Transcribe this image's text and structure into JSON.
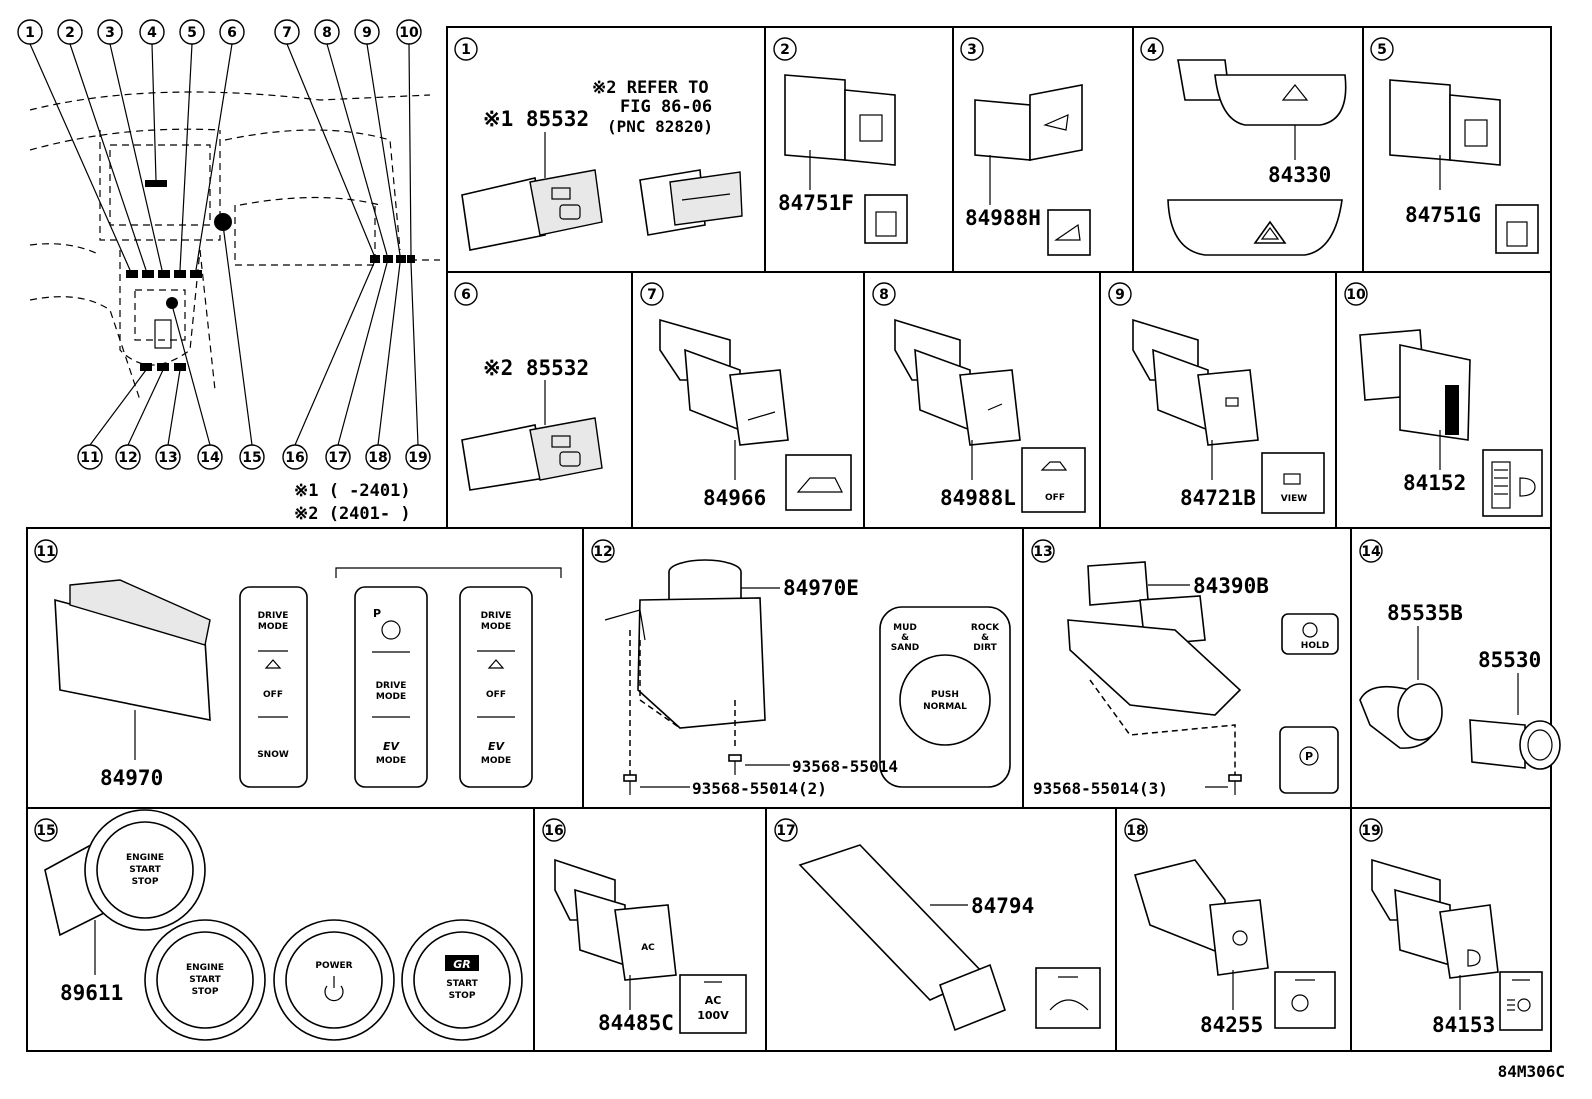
{
  "callouts": [
    "1",
    "2",
    "3",
    "4",
    "5",
    "6",
    "7",
    "8",
    "9",
    "10",
    "11",
    "12",
    "13",
    "14",
    "15",
    "16",
    "17",
    "18",
    "19"
  ],
  "notes": {
    "n1": "※1 (     -2401)",
    "n2": "※2 (2401-      )"
  },
  "panel1": {
    "num": "1",
    "part_a": "※1 85532",
    "ref_line1": "※2 REFER TO",
    "ref_line2": "FIG 86-06",
    "ref_line3": "(PNC 82820)"
  },
  "panel2": {
    "num": "2",
    "part": "84751F"
  },
  "panel3": {
    "num": "3",
    "part": "84988H"
  },
  "panel4": {
    "num": "4",
    "part": "84330"
  },
  "panel5": {
    "num": "5",
    "part": "84751G"
  },
  "panel6": {
    "num": "6",
    "part": "※2 85532"
  },
  "panel7": {
    "num": "7",
    "part": "84966"
  },
  "panel8": {
    "num": "8",
    "part": "84988L",
    "label": "OFF"
  },
  "panel9": {
    "num": "9",
    "part": "84721B",
    "label": "VIEW"
  },
  "panel10": {
    "num": "10",
    "part": "84152"
  },
  "panel11": {
    "num": "11",
    "part": "84970",
    "card1": {
      "top": "DRIVE",
      "top2": "MODE",
      "mid": "OFF",
      "bottom": "SNOW"
    },
    "card2": {
      "top": "P",
      "mid": "DRIVE",
      "mid2": "MODE",
      "ev": "EV",
      "bottom": "MODE"
    },
    "card3": {
      "top": "DRIVE",
      "top2": "MODE",
      "mid": "OFF",
      "ev": "EV",
      "bottom": "MODE"
    }
  },
  "panel12": {
    "num": "12",
    "part": "84970E",
    "screw1": "93568-55014",
    "screw2": "93568-55014(2)",
    "knob": {
      "l1": "MUD",
      "l2": "&",
      "l3": "SAND",
      "r1": "ROCK",
      "r2": "&",
      "r3": "DIRT",
      "c1": "PUSH",
      "c2": "NORMAL"
    }
  },
  "panel13": {
    "num": "13",
    "part": "84390B",
    "screw": "93568-55014(3)",
    "hold": "HOLD"
  },
  "panel14": {
    "num": "14",
    "part_a": "85535B",
    "part_b": "85530"
  },
  "panel15": {
    "num": "15",
    "part": "89611",
    "btn1": {
      "l1": "ENGINE",
      "l2": "START",
      "l3": "STOP"
    },
    "btn2": {
      "l1": "POWER"
    },
    "btn3": {
      "l1": "START",
      "l2": "STOP",
      "logo": "GR"
    }
  },
  "panel16": {
    "num": "16",
    "part": "84485C",
    "label1": "AC",
    "label2": "100V"
  },
  "panel17": {
    "num": "17",
    "part": "84794"
  },
  "panel18": {
    "num": "18",
    "part": "84255"
  },
  "panel19": {
    "num": "19",
    "part": "84153"
  },
  "figure_id": "84M306C"
}
